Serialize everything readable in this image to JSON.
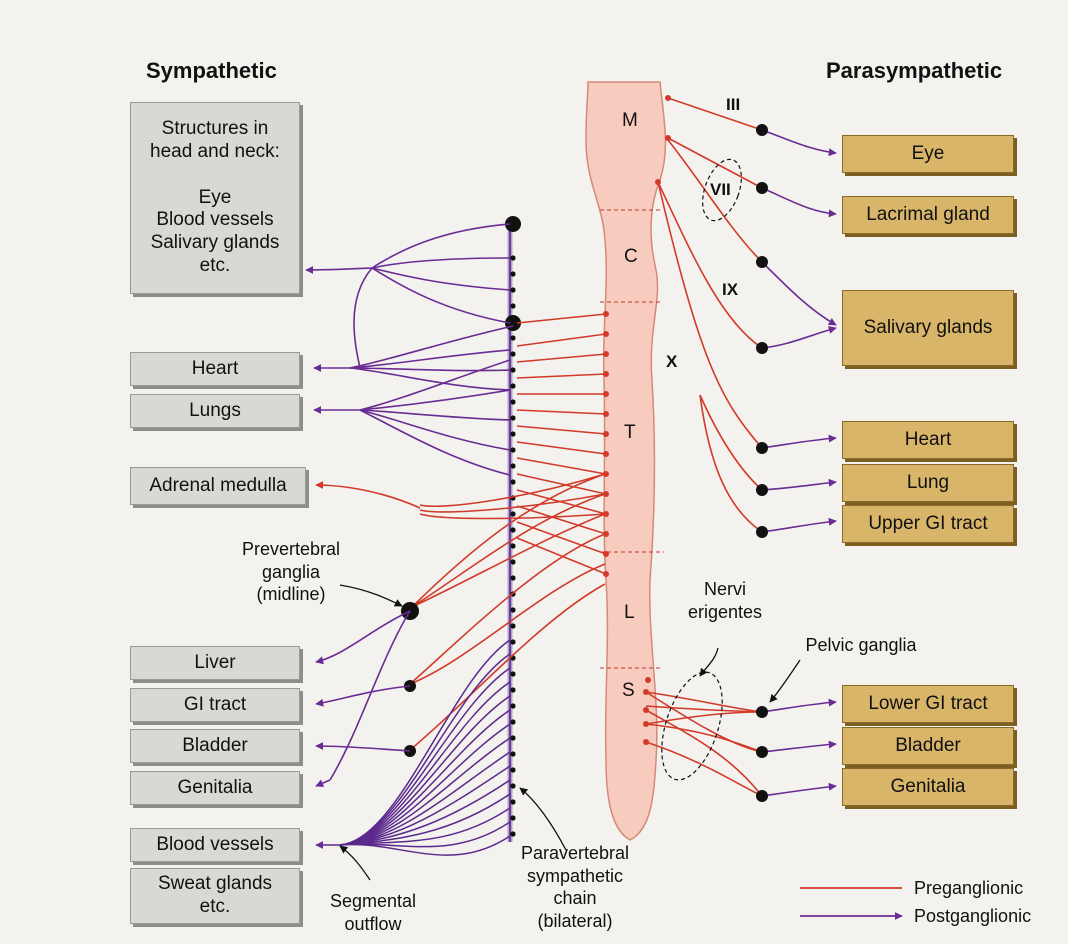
{
  "headers": {
    "sympathetic": "Sympathetic",
    "parasympathetic": "Parasympathetic"
  },
  "sympathetic_targets": {
    "head_neck": "Structures in\nhead and neck:\n\nEye\nBlood vessels\nSalivary glands\netc.",
    "heart": "Heart",
    "lungs": "Lungs",
    "adrenal": "Adrenal medulla",
    "liver": "Liver",
    "gi_tract": "GI tract",
    "bladder": "Bladder",
    "genitalia": "Genitalia",
    "blood_vessels": "Blood vessels",
    "sweat_glands": "Sweat glands\netc."
  },
  "parasympathetic_targets": {
    "eye": "Eye",
    "lacrimal": "Lacrimal gland",
    "salivary": "Salivary glands",
    "heart": "Heart",
    "lung": "Lung",
    "upper_gi": "Upper GI tract",
    "lower_gi": "Lower GI tract",
    "bladder": "Bladder",
    "genitalia": "Genitalia"
  },
  "cord_segments": {
    "m": "M",
    "c": "C",
    "t": "T",
    "l": "L",
    "s": "S"
  },
  "cranial_nerves": {
    "iii": "III",
    "vii": "VII",
    "ix": "IX",
    "x": "X"
  },
  "labels": {
    "prevertebral": "Prevertebral\nganglia\n(midline)",
    "nervi": "Nervi\nerigentes",
    "pelvic": "Pelvic ganglia",
    "paravertebral": "Paravertebral\nsympathetic\nchain\n(bilateral)",
    "segmental": "Segmental\noutflow"
  },
  "legend": {
    "pre": "Preganglionic",
    "post": "Postganglionic"
  },
  "colors": {
    "preganglionic": "#d23a2a",
    "postganglionic": "#6a2c94",
    "parasympathetic_box": "#d9b56a",
    "sympathetic_box": "#d9d9d4",
    "spinal_cord": "#f7cbbd"
  }
}
